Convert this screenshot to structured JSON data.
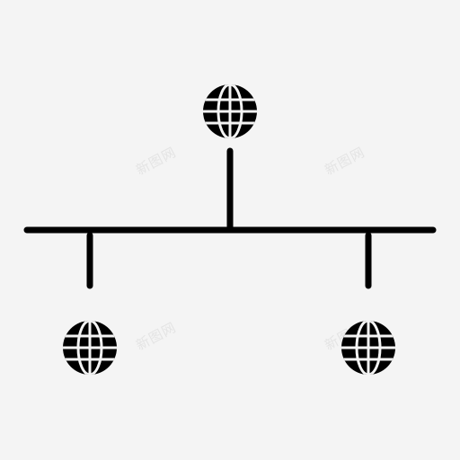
{
  "diagram": {
    "type": "network-topology",
    "nodes": [
      {
        "id": "top",
        "icon": "globe-icon"
      },
      {
        "id": "bottom-left",
        "icon": "globe-icon"
      },
      {
        "id": "bottom-right",
        "icon": "globe-icon"
      }
    ],
    "edges": [
      {
        "from": "top",
        "to": "bus"
      },
      {
        "from": "bus",
        "to": "bottom-left"
      },
      {
        "from": "bus",
        "to": "bottom-right"
      }
    ]
  },
  "colors": {
    "background": "#f4f4f4",
    "stroke": "#000000",
    "watermark": "#e4e4e4"
  },
  "watermark": {
    "text": "新图网"
  }
}
